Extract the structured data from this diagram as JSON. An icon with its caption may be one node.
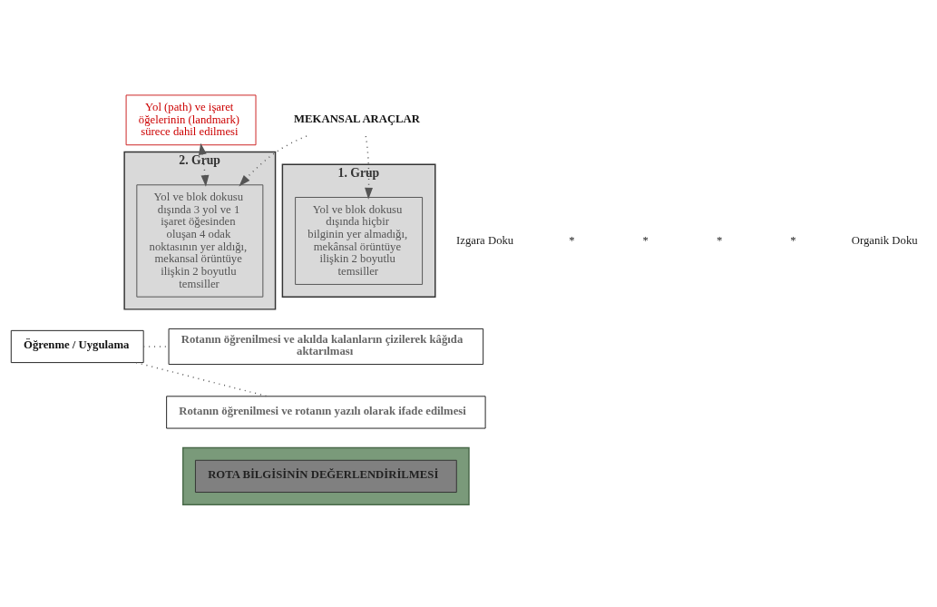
{
  "diagram": {
    "nodes": [
      {
        "text": [
          "1. Grup"
        ]
      },
      {
        "text": [
          "Yol ve blok dokusu dışında hiçbir bilginin yer almadığı, mekânsal örüntüye ilişkin 2 boyutlu temsiller"
        ],
        "in": 0
      },
      {
        "text": [
          "2. Grup"
        ]
      },
      {
        "text": [
          "Yol ve blok dokusu dışında 3 yol ve 1 işaret öğesinden oluşan 4 odak noktasının yer aldığı, mekansal örüntüye ilişkin 2 boyutlu temsiller"
        ],
        "in": 2
      },
      {
        "text": [
          "Yol (path) ve işaret öğelerinin (landmark) sürece dahil edilmesi"
        ]
      },
      {
        "text": [
          "MEKANSAL ARAÇLAR"
        ]
      },
      {
        "text": [
          "Rotanın öğrenilmesi ve akılda kalanların çizilerek kâğıda aktarılması"
        ]
      },
      {
        "text": [
          "Rotanın öğrenilmesi ve rotanın yazılı olarak ifade edilmesi"
        ]
      },
      {
        "text": [
          "Öğrenme / Uygulama"
        ]
      },
      {
        "text": [],
        "shape": "bar"
      },
      {
        "text": [
          "ROTA BİLGİSİNİN DEĞERLENDİRİLMESİ"
        ],
        "in": 9
      }
    ],
    "edges": [
      {
        "from": 5,
        "to": 1,
        "arrow": "to",
        "style": "dashed"
      },
      {
        "from": 5,
        "to": 3,
        "arrow": "to",
        "style": "dashed"
      },
      {
        "from": 4,
        "to": 3,
        "arrow": "both",
        "style": "dashed"
      },
      {
        "from": 8,
        "to": 6,
        "arrow": "none",
        "style": "dashed"
      },
      {
        "from": 8,
        "to": 7,
        "arrow": "none",
        "style": "dashed"
      }
    ],
    "labels": [
      "Izgara Doku",
      "*",
      "*",
      "*",
      "*",
      "Organik Doku"
    ]
  }
}
